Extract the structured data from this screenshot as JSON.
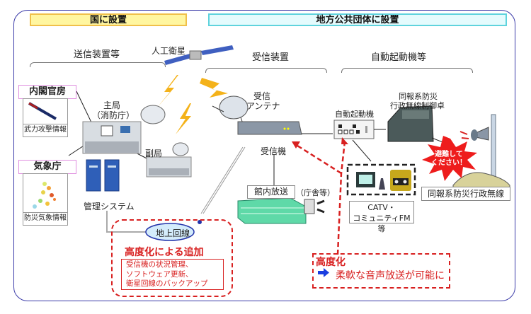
{
  "headers": {
    "national": "国に設置",
    "local": "地方公共団体に設置"
  },
  "sections": {
    "transmitter": "送信装置等",
    "receiver": "受信装置",
    "auto_start": "自動起動機等"
  },
  "satellite": "人工衛星",
  "agencies": [
    {
      "name": "内閣官房",
      "info": "武力攻撃情報"
    },
    {
      "name": "気象庁",
      "info": "防災気象情報"
    }
  ],
  "stations": {
    "main": "主局",
    "main_sub": "（消防庁）",
    "sub": "副局",
    "management": "管理システム"
  },
  "receiver_side": {
    "antenna_line1": "受信",
    "antenna_line2": "アンテナ",
    "receiver_unit": "受信機",
    "building_broadcast": "館内放送",
    "building_note": "（庁舎等）"
  },
  "auto_side": {
    "auto_starter": "自動起動機",
    "console_line1": "同報系防災",
    "console_line2": "行政無線制御卓",
    "media_line1": "CATV・",
    "media_line2": "コミュニティFM 等",
    "alert_line1": "避難して",
    "alert_line2": "ください！",
    "wireless": "同報系防災行政無線"
  },
  "ground_line": "地上回線",
  "enhancement_left": {
    "title": "高度化による追加",
    "items": [
      "受信機の状況管理、",
      "ソフトウェア更新、",
      "衛星回線のバックアップ"
    ]
  },
  "enhancement_right": {
    "title": "高度化",
    "arrow_icon": "right-arrow-icon",
    "text": "柔軟な音声放送が可能に"
  },
  "colors": {
    "frame": "#3a3aa8",
    "national_fill": "#fff6a0",
    "local_fill": "#e4fbfd",
    "accent_red": "#d82020",
    "agency_border": "#e08fe0",
    "arrow_blue": "#1a3ee0"
  }
}
